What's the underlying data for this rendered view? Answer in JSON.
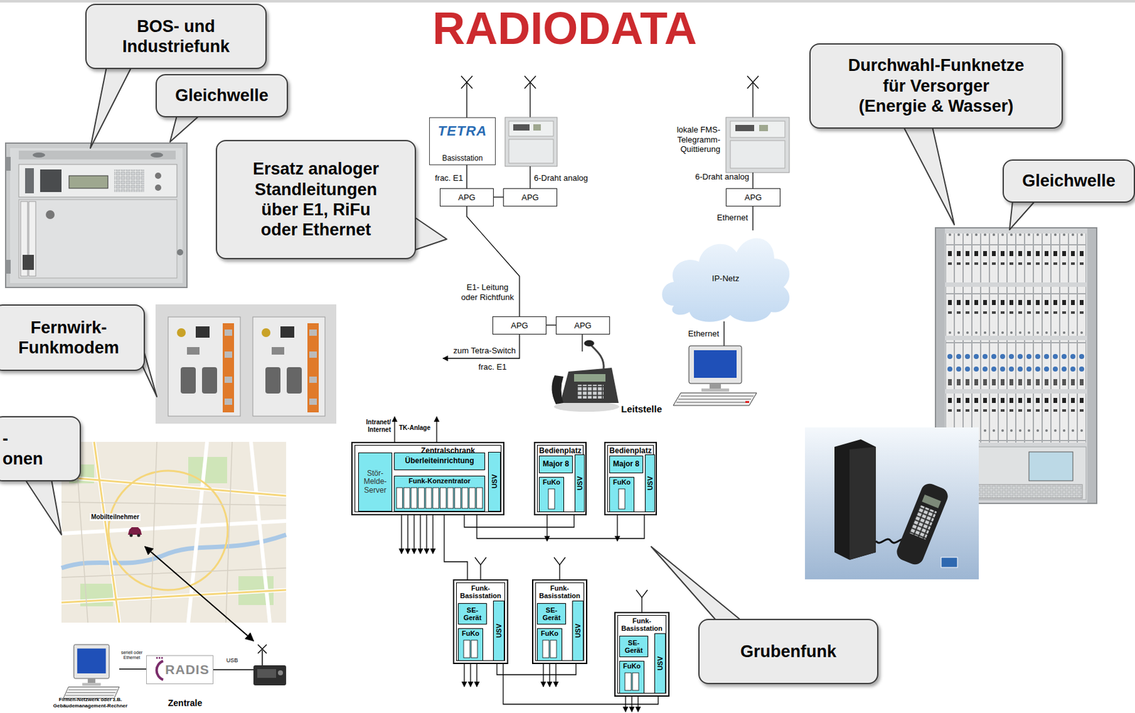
{
  "diagram": {
    "title": "RADIODATA",
    "nodes": [
      {
        "text": [
          "BOS- und Industriefunk"
        ]
      },
      {
        "text": [
          "Gleichwelle"
        ]
      },
      {
        "text": [
          "Ersatz analoger Standleitungen über E1, RiFu oder Ethernet"
        ]
      },
      {
        "text": [
          "TETRA",
          "Basisstation"
        ]
      },
      {
        "text": [
          "APG"
        ]
      },
      {
        "text": [
          "APG"
        ]
      },
      {
        "text": [
          "APG"
        ]
      },
      {
        "text": [
          "Durchwahl-Funknetze für Versorger (Energie & Wasser)"
        ]
      },
      {
        "text": [
          "Gleichwelle"
        ]
      },
      {
        "text": [
          "IP-Netz"
        ]
      },
      {
        "text": [
          "Fernwirk- Funkmodem"
        ]
      },
      {
        "text": [
          "APG"
        ]
      },
      {
        "text": [
          "APG"
        ]
      },
      {
        "text": [
          "- onen"
        ]
      },
      {
        "text": [
          "Zentralschrank"
        ]
      },
      {
        "text": [
          "Stör- Melde- Server"
        ],
        "in": 14
      },
      {
        "text": [
          "Überleiteinrichtung"
        ],
        "in": 14
      },
      {
        "text": [
          "Funk-Konzentrator"
        ],
        "in": 14
      },
      {
        "text": [
          "USV"
        ],
        "in": 14
      },
      {
        "text": [
          "Bedienplatz"
        ]
      },
      {
        "text": [
          "Major 8"
        ],
        "in": 19
      },
      {
        "text": [
          "FuKo"
        ],
        "in": 19
      },
      {
        "text": [
          "USV"
        ],
        "in": 19
      },
      {
        "text": [
          "Bedienplatz"
        ]
      },
      {
        "text": [
          "Major 8"
        ],
        "in": 23
      },
      {
        "text": [
          "FuKo"
        ],
        "in": 23
      },
      {
        "text": [
          "USV"
        ],
        "in": 23
      },
      {
        "text": [
          "Funk- Basisstation"
        ]
      },
      {
        "text": [
          "SE- Gerät"
        ],
        "in": 27
      },
      {
        "text": [
          "FuKo"
        ],
        "in": 27
      },
      {
        "text": [
          "USV"
        ],
        "in": 27
      },
      {
        "text": [
          "Funk- Basisstation"
        ]
      },
      {
        "text": [
          "SE- Gerät"
        ],
        "in": 31
      },
      {
        "text": [
          "FuKo"
        ],
        "in": 31
      },
      {
        "text": [
          "USV"
        ],
        "in": 31
      },
      {
        "text": [
          "Grubenfunk"
        ]
      },
      {
        "text": [
          "Funk- Basisstation"
        ]
      },
      {
        "text": [
          "SE- Gerät"
        ],
        "in": 36
      },
      {
        "text": [
          "FuKo"
        ],
        "in": 36
      },
      {
        "text": [
          "USV"
        ],
        "in": 36
      },
      {
        "text": [
          "RADIS"
        ]
      }
    ],
    "edges": [
      {
        "from": 3,
        "to": 4,
        "arrow": "none",
        "label": "frac. E1"
      },
      {
        "from": 4,
        "to": 5,
        "arrow": "none"
      },
      {
        "from": 4,
        "to": 11,
        "arrow": "none",
        "label": "E1- Leitung oder Richtfunk"
      },
      {
        "from": 11,
        "to": 12,
        "arrow": "none"
      },
      {
        "from": 6,
        "to": 9,
        "arrow": "none",
        "label": "Ethernet"
      },
      {
        "from": 14,
        "to": 19,
        "arrow": "none"
      },
      {
        "from": 14,
        "to": 23,
        "arrow": "none"
      },
      {
        "from": 14,
        "to": 27,
        "arrow": "none"
      },
      {
        "from": 27,
        "to": 31,
        "arrow": "none"
      },
      {
        "from": 27,
        "to": 36,
        "arrow": "none"
      }
    ],
    "labels": [
      "6-Draht analog",
      "lokale FMS- Telegramm- Quittierung",
      "6-Draht analog",
      "zum Tetra-Switch",
      "frac. E1",
      "Ethernet",
      "Leitstelle",
      "Intranet/ Internet",
      "TK-Anlage",
      "Mobilteilnehmer",
      "seriell oder Ethernet",
      "USB",
      "Zentrale",
      "Firmen-Netzwerk oder z.B. Gebäudemanagement-Rechner"
    ]
  }
}
